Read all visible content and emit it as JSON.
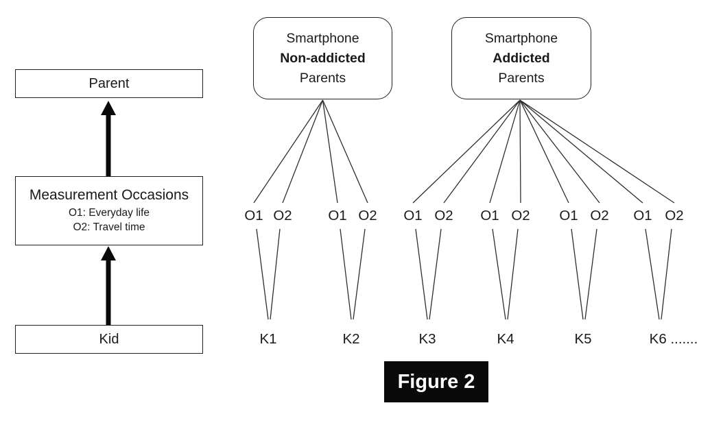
{
  "figure": {
    "label": "Figure 2"
  },
  "left_panel": {
    "parent_box": "Parent",
    "measurement_box": {
      "title": "Measurement Occasions",
      "line1": "O1: Everyday life",
      "line2": "O2: Travel time"
    },
    "kid_box": "Kid"
  },
  "groups": [
    {
      "line1": "Smartphone",
      "line2": "Non-addicted",
      "line3": "Parents"
    },
    {
      "line1": "Smartphone",
      "line2": "Addicted",
      "line3": "Parents"
    }
  ],
  "pairs": [
    {
      "o1": "O1",
      "o2": "O2"
    },
    {
      "o1": "O1",
      "o2": "O2"
    },
    {
      "o1": "O1",
      "o2": "O2"
    },
    {
      "o1": "O1",
      "o2": "O2"
    },
    {
      "o1": "O1",
      "o2": "O2"
    },
    {
      "o1": "O1",
      "o2": "O2"
    }
  ],
  "kids": [
    "K1",
    "K2",
    "K3",
    "K4",
    "K5",
    "K6 ......."
  ],
  "colors": {
    "line": "#2e2e2e",
    "arrow": "#0a0a0a",
    "box_border": "#1f1f1f",
    "figure_bg": "#0a0a0a",
    "figure_text": "#ffffff"
  }
}
